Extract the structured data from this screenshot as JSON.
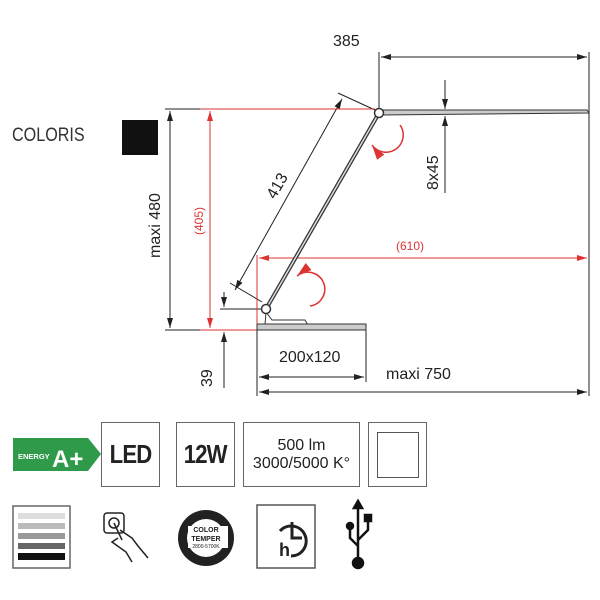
{
  "coloris": {
    "label": "COLORIS",
    "swatch_color": "#111111"
  },
  "dimensions": {
    "head_length": "385",
    "head_section": "8x45",
    "arm_length": "413",
    "max_height": "maxi 480",
    "height_ref": "(405)",
    "reach_ref": "(610)",
    "base_size": "200x120",
    "base_height": "39",
    "max_length": "maxi 750"
  },
  "specs": {
    "energy_label": "ENERGY",
    "energy_class": "A+",
    "energy_color": "#2e9a4a",
    "led": "LED",
    "power": "12W",
    "lumen": "500 lm",
    "color_temp": "3000/5000 K°",
    "color_temper_title1": "COLOR",
    "color_temper_title2": "TEMPER",
    "color_temper_range": "2800-5700K",
    "timer_letter": "h"
  },
  "colors": {
    "accent_red": "#dd3333"
  }
}
